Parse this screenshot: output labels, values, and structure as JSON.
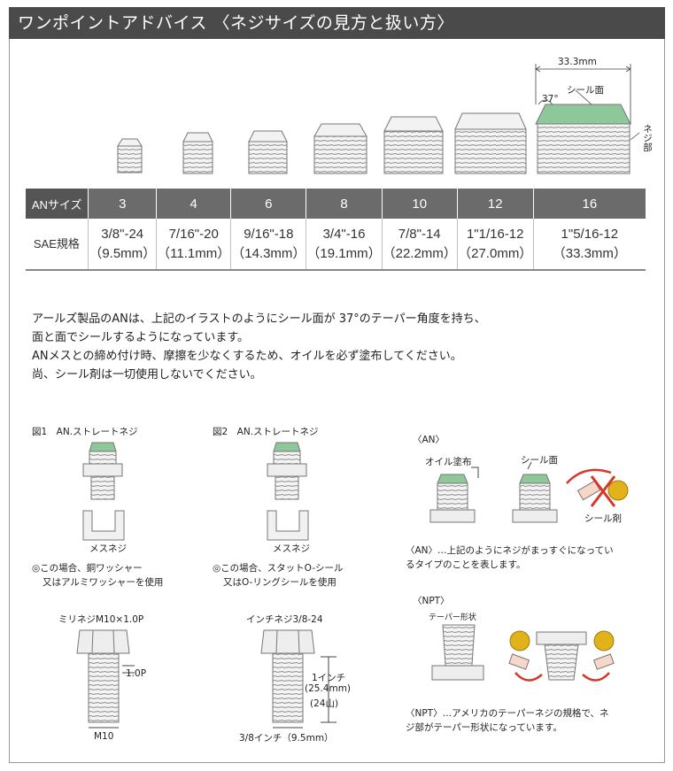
{
  "header": {
    "title": "ワンポイントアドバイス 〈ネジサイズの見方と扱い方〉"
  },
  "top_illustration": {
    "dim_width": "33.3mm",
    "seal_face": "シール面",
    "angle": "37°",
    "thread_part": "ネジ部"
  },
  "table": {
    "row1_label": "ANサイズ",
    "row2_label": "SAE規格",
    "columns": [
      {
        "an": "3",
        "sae": "3/8\"-24",
        "mm": "（9.5mm）"
      },
      {
        "an": "4",
        "sae": "7/16\"-20",
        "mm": "（11.1mm）"
      },
      {
        "an": "6",
        "sae": "9/16\"-18",
        "mm": "（14.3mm）"
      },
      {
        "an": "8",
        "sae": "3/4\"-16",
        "mm": "（19.1mm）"
      },
      {
        "an": "10",
        "sae": "7/8\"-14",
        "mm": "（22.2mm）"
      },
      {
        "an": "12",
        "sae": "1\"1/16-12",
        "mm": "（27.0mm）"
      },
      {
        "an": "16",
        "sae": "1\"5/16-12",
        "mm": "（33.3mm）"
      }
    ]
  },
  "paragraph": [
    "アールズ製品のANは、上記のイラストのようにシール面が 37°のテーパー角度を持ち、",
    "面と面でシールするようになっています。",
    "ANメスとの締め付け時、摩擦を少なくするため、オイルを必ず塗布してください。",
    "尚、シール剤は一切使用しないでください。"
  ],
  "fig1": {
    "title": "図1　AN.ストレートネジ",
    "female": "メスネジ",
    "note1": "◎この場合、銅ワッシャー",
    "note2": "又はアルミワッシャーを使用"
  },
  "fig2": {
    "title": "図2　AN.ストレートネジ",
    "female": "メスネジ",
    "note1": "◎この場合、スタットO-シール",
    "note2": "又はO-リングシールを使用"
  },
  "bolt_metric": {
    "title": "ミリネジM10×1.0P",
    "pitch": "1.0P",
    "size": "M10"
  },
  "bolt_inch": {
    "title": "インチネジ3/8-24",
    "inch": "1インチ",
    "inch_mm": "(25.4mm)",
    "threads": "(24山)",
    "size": "3/8インチ（9.5mm）"
  },
  "an_box": {
    "label": "〈AN〉",
    "oil": "オイル塗布",
    "seal_face": "シール面",
    "sealant": "シール剤",
    "caption1": "〈AN〉…上記のようにネジがまっすぐになってい",
    "caption2": "るタイプのことを表します。"
  },
  "npt_box": {
    "label": "〈NPT〉",
    "taper": "テーパー形状",
    "caption1": "〈NPT〉…アメリカのテーパーネジの規格で、ネ",
    "caption2": "ジ部がテーパー形状になっています。"
  },
  "colors": {
    "header_bg": "#4a4a4a",
    "seal_green": "#8dc79a",
    "sealant_yellow": "#e2b21a",
    "cross_red": "#d8362a"
  }
}
